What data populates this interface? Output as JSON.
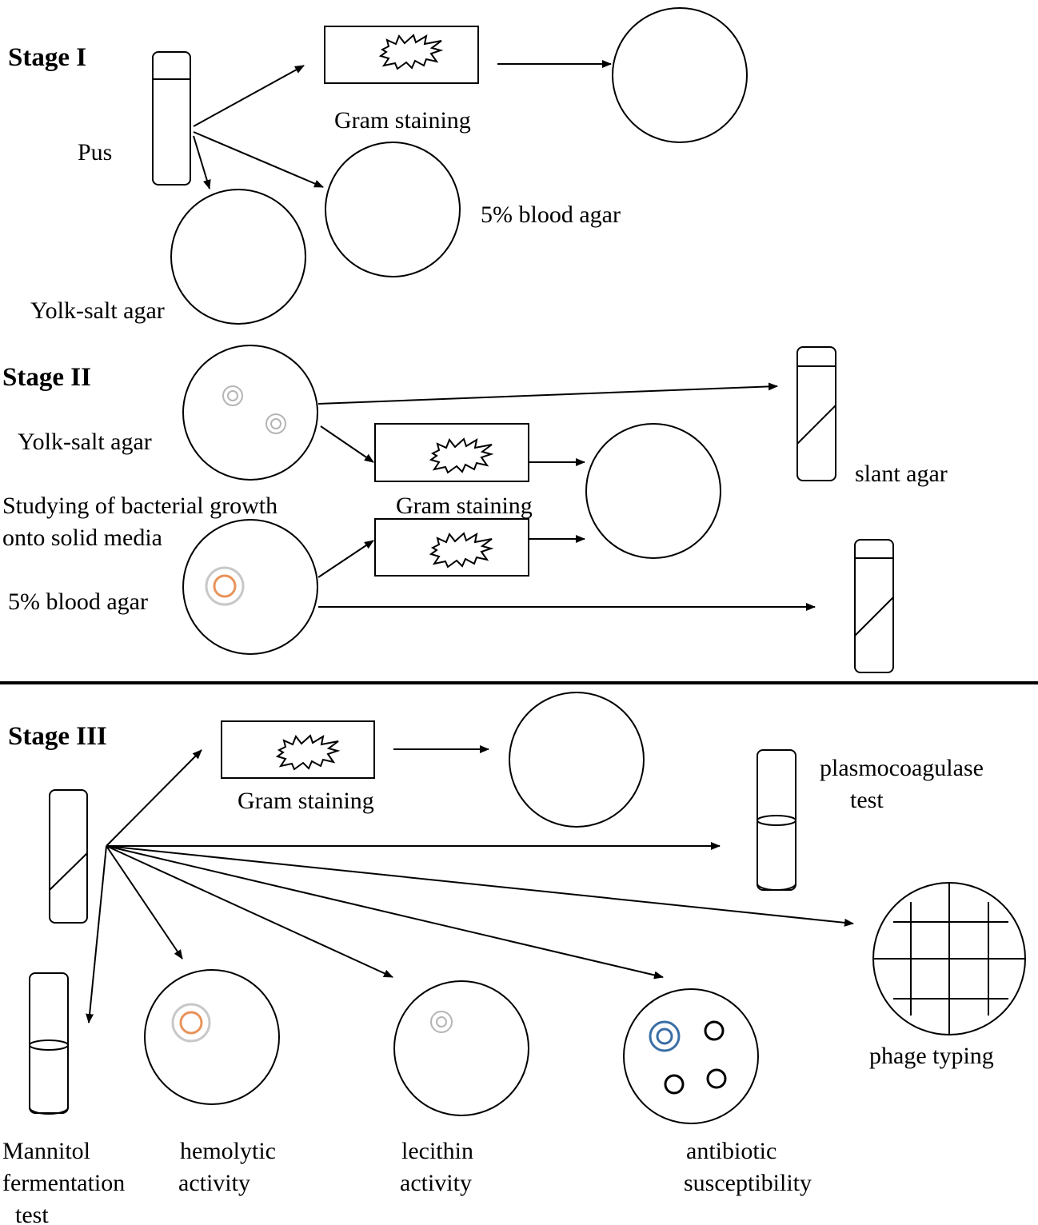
{
  "stages": {
    "stage1": "Stage I",
    "stage2": "Stage II",
    "stage3": "Stage III"
  },
  "labels": {
    "pus": "Pus",
    "gram_staining_1": "Gram staining",
    "blood_agar_1": "5% blood agar",
    "yolk_salt_1": "Yolk-salt agar",
    "yolk_salt_2": "Yolk-salt agar",
    "studying_line1": "Studying of bacterial growth",
    "studying_line2": "onto solid media",
    "gram_staining_2": "Gram staining",
    "slant_agar": "slant agar",
    "blood_agar_2": "5% blood agar",
    "gram_staining_3": "Gram staining",
    "plasmo_line1": "plasmocoagulase",
    "plasmo_line2": "test",
    "phage_typing": "phage typing",
    "mannitol_line1": "Mannitol",
    "mannitol_line2": "fermentation",
    "mannitol_line3": "test",
    "hemolytic_line1": "hemolytic",
    "hemolytic_line2": "activity",
    "lecithin_line1": "lecithin",
    "lecithin_line2": "activity",
    "antibiotic_line1": "antibiotic",
    "antibiotic_line2": "susceptibility"
  },
  "colors": {
    "colony_gray": "#b5b5b5",
    "colony_orange": "#e8935a",
    "disk_blue": "#3a6ea5"
  }
}
